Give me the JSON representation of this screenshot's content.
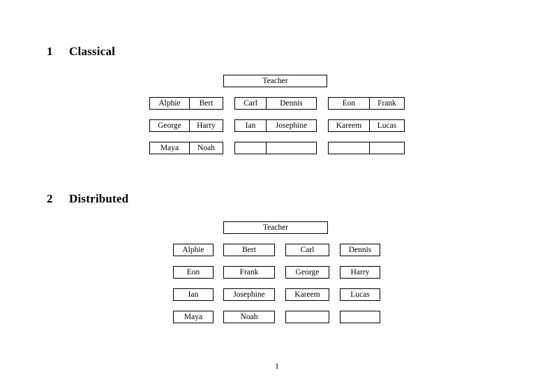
{
  "document": {
    "page_number": "1"
  },
  "sections": [
    {
      "number": "1",
      "title": "Classical",
      "teacher": {
        "label": "Teacher"
      },
      "groups": [
        {
          "name": "group-1",
          "rows": [
            {
              "cells": [
                "Alphie",
                "Bert"
              ]
            },
            {
              "cells": [
                "George",
                "Harry"
              ]
            },
            {
              "cells": [
                "Maya",
                "Noah"
              ]
            }
          ]
        },
        {
          "name": "group-2",
          "rows": [
            {
              "cells": [
                "Carl",
                "Dennis"
              ]
            },
            {
              "cells": [
                "Ian",
                "Josephine"
              ]
            },
            {
              "cells": [
                "",
                ""
              ]
            }
          ]
        },
        {
          "name": "group-3",
          "rows": [
            {
              "cells": [
                "Eon",
                "Frank"
              ]
            },
            {
              "cells": [
                "Kareem",
                "Lucas"
              ]
            },
            {
              "cells": [
                "",
                ""
              ]
            }
          ]
        }
      ]
    },
    {
      "number": "2",
      "title": "Distributed",
      "teacher": {
        "label": "Teacher"
      },
      "rows": [
        {
          "cells": [
            "Alphie",
            "Bert",
            "Carl",
            "Dennis"
          ]
        },
        {
          "cells": [
            "Eon",
            "Frank",
            "George",
            "Harry"
          ]
        },
        {
          "cells": [
            "Ian",
            "Josephine",
            "Kareem",
            "Lucas"
          ]
        },
        {
          "cells": [
            "Maya",
            "Noah",
            "",
            ""
          ]
        }
      ]
    }
  ],
  "colors": {
    "page_background": "#ffffff",
    "text": "#000000",
    "rule": "#000000"
  }
}
